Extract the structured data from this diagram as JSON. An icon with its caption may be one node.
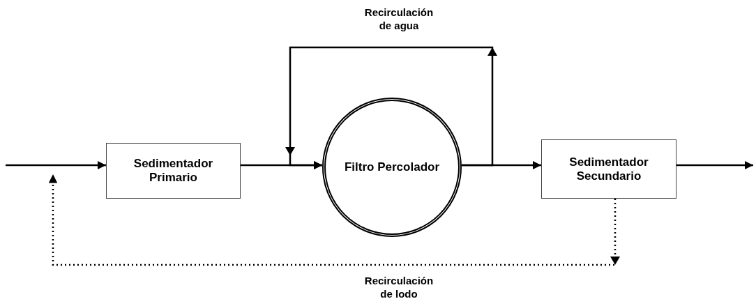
{
  "diagram": {
    "nodes": [
      {
        "text": [
          "Sedimentador Primario"
        ]
      },
      {
        "text": [
          "Filtro Percolador"
        ]
      },
      {
        "text": [
          "Sedimentador Secundario"
        ]
      }
    ],
    "edges": [
      {
        "from": null,
        "to": 0,
        "arrow": "to"
      },
      {
        "from": 0,
        "to": 1,
        "arrow": "to"
      },
      {
        "from": 1,
        "to": 2,
        "arrow": "to"
      },
      {
        "from": 2,
        "to": null,
        "arrow": "to"
      },
      {
        "from": 1,
        "to": 1,
        "arrow": "to",
        "label": "Recirculación de agua"
      },
      {
        "from": 2,
        "to": null,
        "arrow": "to",
        "label": "Recirculación de lodo",
        "style": "dashed"
      }
    ]
  }
}
